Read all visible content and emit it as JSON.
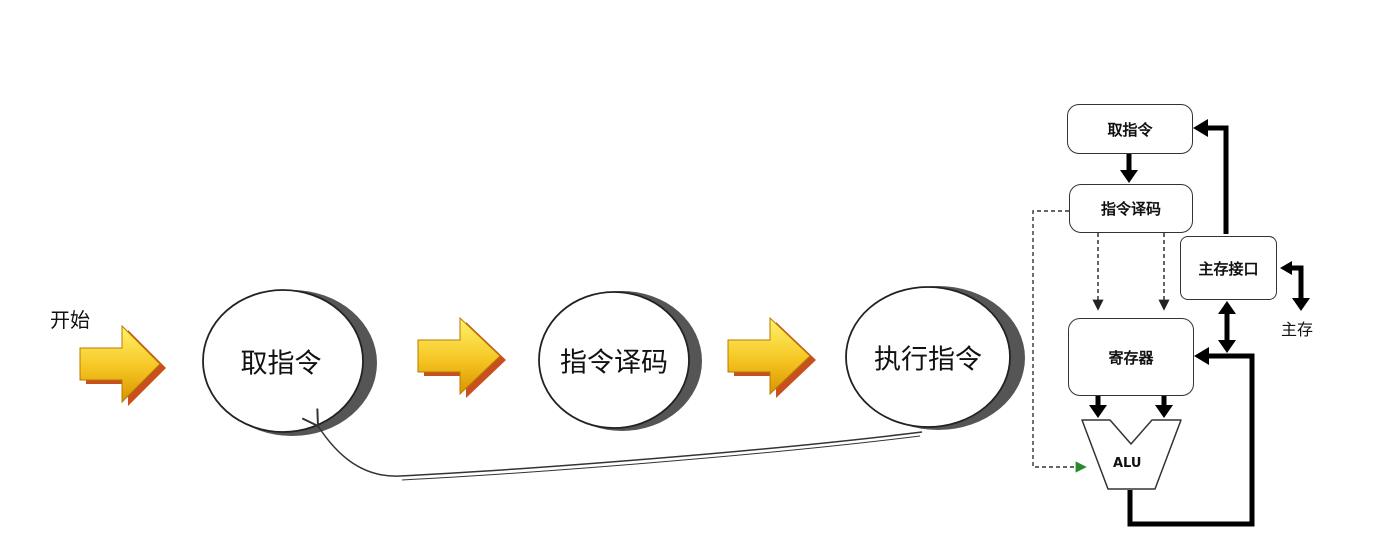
{
  "flow": {
    "start_label": "开始",
    "steps": [
      "取指令",
      "指令译码",
      "执行指令"
    ]
  },
  "cpu": {
    "fetch": "取指令",
    "decode": "指令译码",
    "memory_interface": "主存接口",
    "registers": "寄存器",
    "alu": "ALU",
    "main_memory": "主存"
  },
  "colors": {
    "arrow_fill_top": "#fff14a",
    "arrow_fill_bottom": "#e0a400",
    "arrow_shadow": "#c8501e",
    "ellipse_shadow": "#555555",
    "line": "#000000",
    "control_dot": "#2a8a2a"
  }
}
